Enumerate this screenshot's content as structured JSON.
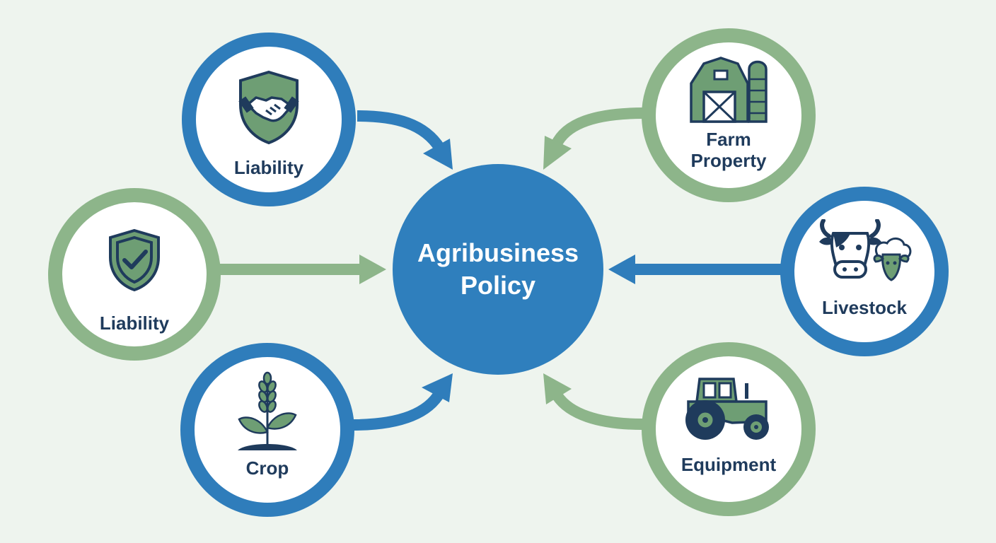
{
  "colors": {
    "background": "#eef4ee",
    "blue": "#2f7dbb",
    "green": "#8db58a",
    "hub": "#2f7fbd",
    "icon_fill": "#6e9e74",
    "icon_ink": "#1f3b5c",
    "label_text": "#1f3b5c"
  },
  "hub": {
    "title": "Agribusiness\nPolicy"
  },
  "nodes": [
    {
      "id": "liability-top",
      "label": "Liability",
      "icon": "shield-handshake-icon",
      "color": "blue"
    },
    {
      "id": "liability-left",
      "label": "Liability",
      "icon": "shield-check-icon",
      "color": "green"
    },
    {
      "id": "crop",
      "label": "Crop",
      "icon": "wheat-plant-icon",
      "color": "blue"
    },
    {
      "id": "farm-property",
      "label": "Farm\nProperty",
      "icon": "barn-silo-icon",
      "color": "green"
    },
    {
      "id": "livestock",
      "label": "Livestock",
      "icon": "cow-sheep-icon",
      "color": "blue"
    },
    {
      "id": "equipment",
      "label": "Equipment",
      "icon": "tractor-icon",
      "color": "green"
    }
  ]
}
